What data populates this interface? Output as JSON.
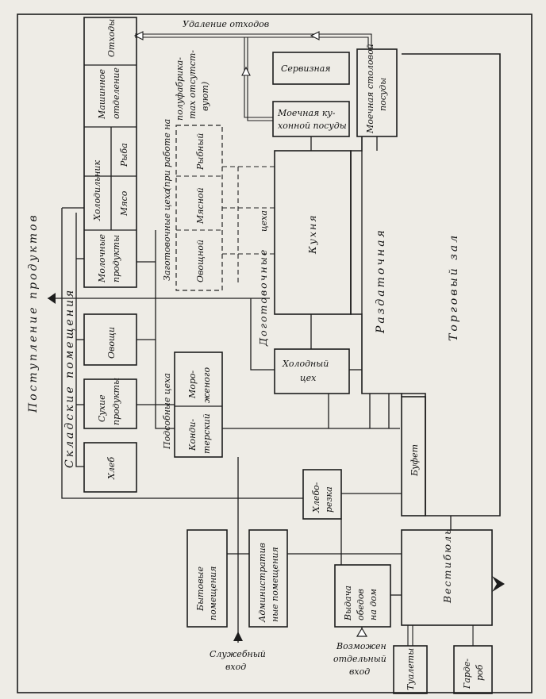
{
  "labels": {
    "waste_removal": "Удаление отходов",
    "servisnaya": "Сервизная",
    "moechnaya_kuh_1": "Моечная ку-",
    "moechnaya_kuh_2": "хонной посуды",
    "moechnaya_stol_1": "Моечная столовой",
    "moechnaya_stol_2": "посуды",
    "othody": "Отходы",
    "mashinnoe_1": "Машинное",
    "mashinnoe_2": "отделение",
    "holodilnik": "Холодильник",
    "ryba": "Рыба",
    "myaso": "Мясо",
    "molochnye_1": "Молочные",
    "molochnye_2": "продукты",
    "zagot_title": "Заготовочные цеха",
    "zagot_note_1": "(при работе на",
    "zagot_note_2": "полуфабрика-",
    "zagot_note_3": "тах отсутст-",
    "zagot_note_4": "вуют)",
    "rybny": "Рыбный",
    "myasnoy": "Мясной",
    "ovoschnoy": "Овощной",
    "kuhnya": "Кухня",
    "dogotov": "Доготовочные",
    "tseha": "цеха",
    "razdatochnaya": "Раздаточная",
    "torgovy_zal": "Торговый зал",
    "postuplenie": "Поступление продуктов",
    "skladskie": "Складские помещения",
    "ovoschi": "Овощи",
    "suhie_1": "Сухие",
    "suhie_2": "продукты",
    "hleb": "Хлеб",
    "podsobnye": "Подсобные цеха",
    "moro_1": "Моро-",
    "moro_2": "женого",
    "kondi_1": "Конди-",
    "kondi_2": "терский",
    "holodny_1": "Холодный",
    "holodny_2": "цех",
    "bufet": "Буфет",
    "hlebo_1": "Хлебо-",
    "hlebo_2": "резка",
    "bytovye_1": "Бытовые",
    "bytovye_2": "помещения",
    "admin_1": "Административ",
    "admin_2": "ные помещения",
    "vydacha_1": "Выдача",
    "vydacha_2": "обедов",
    "vydacha_3": "на дом",
    "vestibyul": "Вестибюль",
    "sluzh_1": "Служебный",
    "sluzh_2": "вход",
    "vozm_1": "Возможен",
    "vozm_2": "отдельный",
    "vozm_3": "вход",
    "tualety": "Туалеты",
    "garderob_1": "Гарде-",
    "garderob_2": "роб"
  }
}
